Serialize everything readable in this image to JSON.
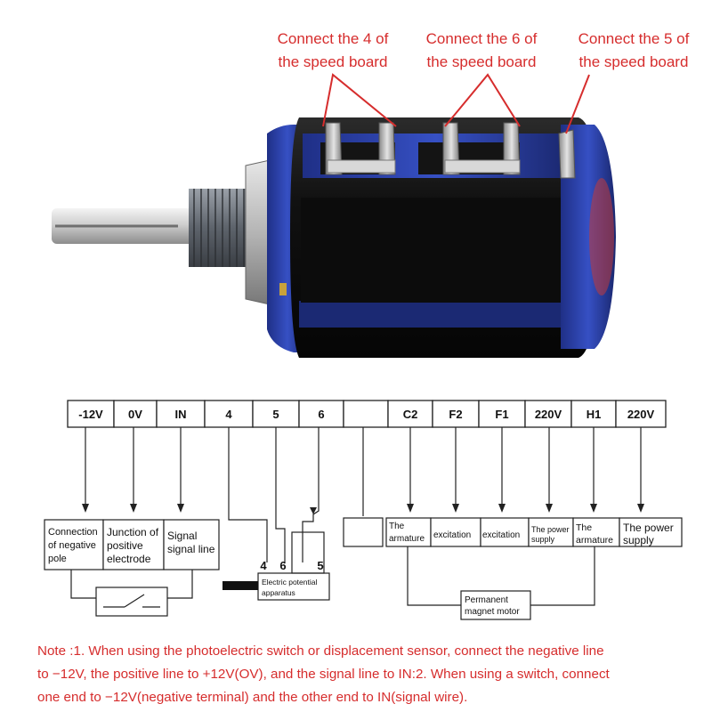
{
  "callouts": [
    {
      "line1": "Connect the 4 of",
      "line2": "the speed board"
    },
    {
      "line1": "Connect the 6 of",
      "line2": "the speed board"
    },
    {
      "line1": "Connect the 5 of",
      "line2": "the speed board"
    }
  ],
  "terminals": [
    "-12V",
    "0V",
    "IN",
    "4",
    "5",
    "6",
    "",
    "C2",
    "F2",
    "F1",
    "220V",
    "H1",
    "220V"
  ],
  "left_boxes": [
    {
      "lines": [
        "Connection",
        "of negative",
        "pole"
      ]
    },
    {
      "lines": [
        "Junction of",
        "positive",
        "electrode"
      ]
    },
    {
      "lines": [
        "Signal",
        "signal line"
      ]
    }
  ],
  "pot": {
    "pins": [
      "4",
      "6",
      "5"
    ],
    "label_lines": [
      "Electric potential",
      "apparatus"
    ]
  },
  "right_boxes": [
    {
      "lines": [
        ""
      ]
    },
    {
      "lines": [
        "The",
        "armature"
      ]
    },
    {
      "lines": [
        "excitation"
      ]
    },
    {
      "lines": [
        "excitation"
      ]
    },
    {
      "lines": [
        "The power",
        "supply"
      ]
    },
    {
      "lines": [
        "The",
        "armature"
      ]
    },
    {
      "lines": [
        "The power",
        "supply"
      ]
    }
  ],
  "motor_label": [
    "Permanent",
    "magnet motor"
  ],
  "note": [
    "Note :1. When using the photoelectric switch or displacement sensor, connect the negative line",
    "to −12V, the positive line to +12V(OV), and the signal line to IN:2. When using a switch, connect",
    "one end to −12V(negative terminal) and the other end to IN(signal wire)."
  ],
  "colors": {
    "annotation_red": "#d62d2d",
    "body_black": "#141414",
    "frame_blue": "#2a3fa0",
    "shaft_silver": "#c9c9c9"
  }
}
